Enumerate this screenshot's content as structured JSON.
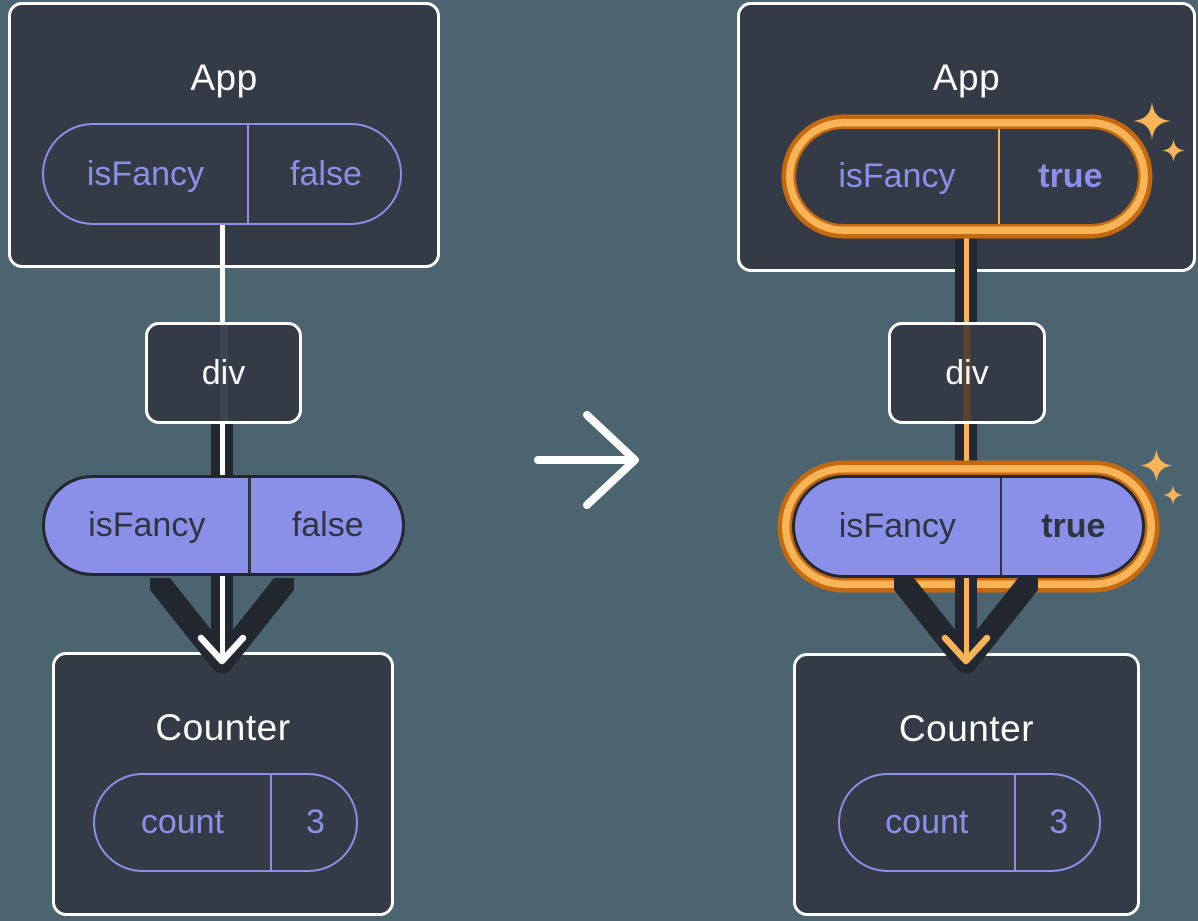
{
  "diagram": {
    "left": {
      "app": {
        "title": "App",
        "prop": {
          "name": "isFancy",
          "value": "false"
        }
      },
      "div": {
        "label": "div"
      },
      "passed_prop": {
        "name": "isFancy",
        "value": "false"
      },
      "counter": {
        "title": "Counter",
        "state": {
          "name": "count",
          "value": "3"
        }
      }
    },
    "right": {
      "app": {
        "title": "App",
        "prop": {
          "name": "isFancy",
          "value": "true"
        }
      },
      "div": {
        "label": "div"
      },
      "passed_prop": {
        "name": "isFancy",
        "value": "true"
      },
      "counter": {
        "title": "Counter",
        "state": {
          "name": "count",
          "value": "3"
        }
      }
    },
    "colors": {
      "background": "#4C6470",
      "card": "#343A46",
      "card_border": "#FFFFFF",
      "purple": "#8A90E8",
      "dark_ink": "#23272F",
      "highlight_orange": "#F8B456",
      "highlight_orange_dark": "#C4690F"
    },
    "icons": [
      "arrow-right-icon",
      "sparkle-icon",
      "flow-arrowhead-icon"
    ]
  }
}
